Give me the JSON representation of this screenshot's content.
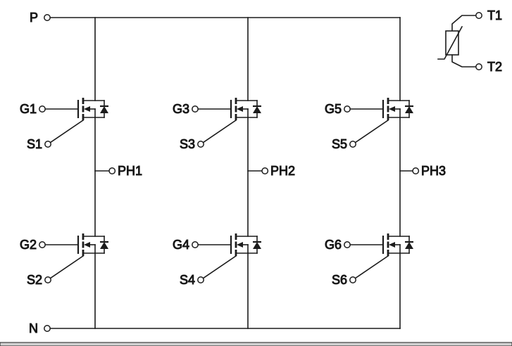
{
  "colors": {
    "line": "#1c1c1c",
    "background": "#ffffff"
  },
  "labels": {
    "p": "P",
    "n": "N",
    "t1": "T1",
    "t2": "T2"
  },
  "phases": [
    {
      "label": "PH1"
    },
    {
      "label": "PH2"
    },
    {
      "label": "PH3"
    }
  ],
  "transistors": [
    {
      "gate": "G1",
      "source": "S1"
    },
    {
      "gate": "G2",
      "source": "S2"
    },
    {
      "gate": "G3",
      "source": "S3"
    },
    {
      "gate": "G4",
      "source": "S4"
    },
    {
      "gate": "G5",
      "source": "S5"
    },
    {
      "gate": "G6",
      "source": "S6"
    }
  ]
}
